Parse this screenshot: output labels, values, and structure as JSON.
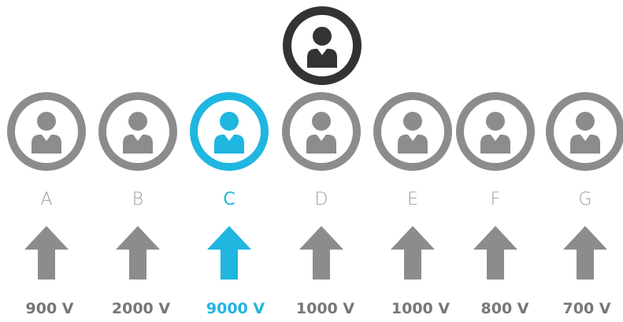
{
  "colors": {
    "top": "#333333",
    "gray": "#8c8c8c",
    "label_gray": "#9a9a9a",
    "value_gray": "#777777",
    "highlight": "#1fb6e0"
  },
  "top_node": {
    "icon": "user-icon"
  },
  "nodes": [
    {
      "letter": "A",
      "value": "900 V",
      "highlight": false,
      "icon": "user-icon"
    },
    {
      "letter": "B",
      "value": "2000 V",
      "highlight": false,
      "icon": "user-icon"
    },
    {
      "letter": "C",
      "value": "9000 V",
      "highlight": true,
      "icon": "user-icon"
    },
    {
      "letter": "D",
      "value": "1000 V",
      "highlight": false,
      "icon": "user-icon"
    },
    {
      "letter": "E",
      "value": "1000 V",
      "highlight": false,
      "icon": "user-icon"
    },
    {
      "letter": "F",
      "value": "800 V",
      "highlight": false,
      "icon": "user-icon"
    },
    {
      "letter": "G",
      "value": "700 V",
      "highlight": false,
      "icon": "user-icon"
    }
  ]
}
